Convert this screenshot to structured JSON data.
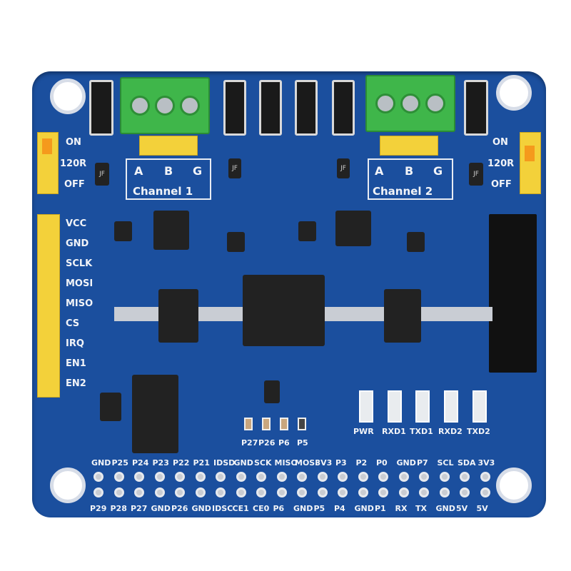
{
  "board": {
    "color": "#1b4f9e",
    "channels": [
      {
        "label": "Channel 1",
        "terminals": [
          "A",
          "B",
          "G"
        ]
      },
      {
        "label": "Channel 2",
        "terminals": [
          "A",
          "B",
          "G"
        ]
      }
    ],
    "jumper_labels_left": [
      "ON",
      "120R",
      "OFF"
    ],
    "jumper_labels_right": [
      "ON",
      "120R",
      "OFF"
    ],
    "spi_header_labels": [
      "VCC",
      "GND",
      "SCLK",
      "MOSI",
      "MISO",
      "CS",
      "IRQ",
      "EN1",
      "EN2"
    ],
    "led_labels": [
      "PWR",
      "RXD1",
      "TXD1",
      "RXD2",
      "TXD2"
    ],
    "pad_labels": [
      "P27",
      "P26",
      "P6",
      "P5"
    ],
    "gpio_top_labels": [
      "GND",
      "P25",
      "P24",
      "P23",
      "P22",
      "P21",
      "IDSD",
      "GND",
      "SCK",
      "MISO",
      "MOSI",
      "3V3",
      "P3",
      "P2",
      "P0",
      "GND",
      "P7",
      "SCL",
      "SDA",
      "3V3"
    ],
    "gpio_bottom_labels": [
      "P29",
      "P28",
      "P27",
      "GND",
      "P26",
      "GND",
      "IDSC",
      "CE1",
      "CE0",
      "P6",
      "GND",
      "P5",
      "P4",
      "GND",
      "P1",
      "RX",
      "TX",
      "GND",
      "5V",
      "5V"
    ],
    "fuse_marking": "JF"
  }
}
